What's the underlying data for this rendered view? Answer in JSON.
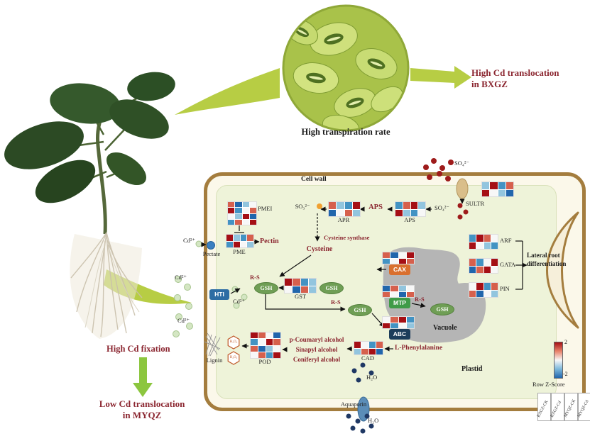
{
  "palette": {
    "R": "#a50f15",
    "r": "#d6604d",
    "o": "#f4a582",
    "w": "#f7f7f7",
    "c": "#92c5de",
    "b": "#4393c3",
    "B": "#2166ac"
  },
  "colors": {
    "accent_green": "#b7cd44",
    "down_arrow_green": "#8cc63f",
    "dark_red_text": "#8b2630",
    "cell_wall_brown": "#a47d3e",
    "cell_fill": "#fbf8ea",
    "cytosol_fill": "#eef3d9",
    "vacuole_gray": "#b5b5b5",
    "gsh_green": "#6f9e55",
    "cax_orange": "#d96f2e",
    "mtp_green": "#3f9b47",
    "abc_navy": "#1c3d5a",
    "hti_blue": "#2e6da4",
    "aquaporin_blue": "#5b8db8",
    "sultr_tan": "#d9be8a",
    "pectate_blue": "#3a7fc1",
    "so4_dot": "#9e1b1b",
    "so3_dot": "#f0a030",
    "cd_dot": "#d4e6c3",
    "water_dot": "#1f3864"
  },
  "texts": {
    "transpiration": "High transpiration rate",
    "translocation_high_1": "High Cd translocation",
    "translocation_high_2": "in BXGZ",
    "fixation": "High Cd fixation",
    "translocation_low_1": "Low Cd translocation",
    "translocation_low_2": "in MYQZ",
    "cell_wall": "Cell wall",
    "vacuole": "Vacuole",
    "plastid": "Plastid",
    "lateral_root_1": "Lateral root",
    "lateral_root_2": "differentiation",
    "pectin": "Pectin",
    "pectate": "Pectate",
    "lignin": "Lignin",
    "aquaporin": "Aquaporin",
    "cysteine": "Cysteine",
    "cysteine_synthase": "Cysteine synthase",
    "aps": "APS",
    "so4": "SO₄²⁻",
    "so3": "SO₃²⁻",
    "h2o": "H₂O",
    "h2o2": "H₂O₂",
    "rs": "R-S",
    "cd": "Cd²⁺",
    "gsh": "GSH",
    "phenylalanine": "L-Phenylalanine",
    "coumaryl": "p-Coumaryl alcohol",
    "sinapyl": "Sinapyl alcohol",
    "coniferyl": "Coniferyl alcohol"
  },
  "transporters": {
    "sultr": "SULTR",
    "hti": "HTI",
    "cax": "CAX",
    "mtp": "MTP",
    "abc": "ABC"
  },
  "heatmaps": {
    "PMEI": {
      "label": "PMEI",
      "rows": [
        "rBcw",
        "Rbwr",
        "wcRB",
        "brwR"
      ]
    },
    "PME": {
      "label": "PME",
      "rows": [
        "Rcbr",
        "bRwc"
      ]
    },
    "SULTR": {
      "label": "SULTR",
      "rows": [
        "cRbr",
        "RwcB"
      ]
    },
    "APS": {
      "label": "APS",
      "rows": [
        "brRc",
        "Rcbw"
      ]
    },
    "APR": {
      "label": "APR",
      "rows": [
        "rcbR",
        "Bwrc"
      ]
    },
    "GST": {
      "label": "GST",
      "rows": [
        "Rrbc",
        "wBrc"
      ]
    },
    "CAX": {
      "label": "",
      "rows": [
        "rBwR",
        "bwRr"
      ]
    },
    "MTP": {
      "label": "",
      "rows": [
        "Brcw",
        "rwBr"
      ]
    },
    "ABC": {
      "label": "",
      "rows": [
        "wrRb",
        "Rbwc"
      ]
    },
    "POD": {
      "label": "POD",
      "rows": [
        "RrwB",
        "bwRr",
        "rBcw",
        "wrbR"
      ]
    },
    "CAD": {
      "label": "CAD",
      "rows": [
        "Rwbr",
        "crRB"
      ]
    },
    "ARF": {
      "label": "ARF",
      "rows": [
        "bRrw",
        "Rwcb"
      ]
    },
    "GATA": {
      "label": "GATA",
      "rows": [
        "rbwR",
        "BrRw"
      ]
    },
    "PIN": {
      "label": "PIN",
      "rows": [
        "wRbr",
        "rBwc"
      ]
    }
  },
  "legend": {
    "max": "2",
    "min": "-2",
    "title": "Row Z-Score",
    "samples": [
      "BXGZ-CK",
      "BXGZ-Cd",
      "MYQZ-CK",
      "MYQZ-Cd"
    ]
  }
}
